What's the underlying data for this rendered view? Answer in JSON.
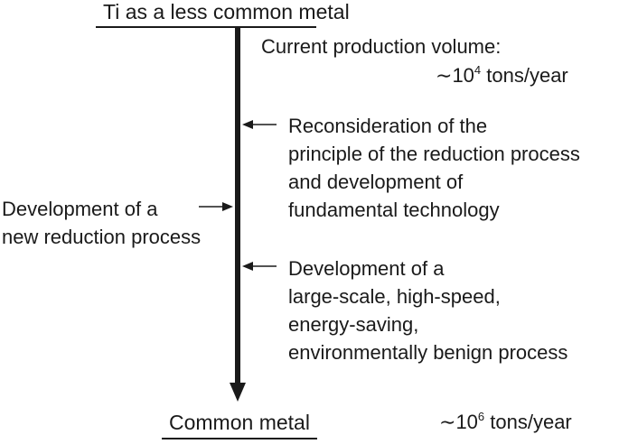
{
  "top": {
    "title": "Ti as a less common metal"
  },
  "current": {
    "label": "Current production volume:",
    "tilde": "∼",
    "base": "10",
    "exponent": "4",
    "unit": " tons/year"
  },
  "step1": {
    "lines": [
      "Reconsideration of the",
      "principle of the reduction process",
      "and development of",
      "fundamental technology"
    ]
  },
  "left": {
    "lines": [
      "Development of a",
      "new reduction process"
    ]
  },
  "step2": {
    "lines": [
      "Development of a",
      "large-scale, high-speed,",
      "energy-saving,",
      "environmentally benign process"
    ]
  },
  "bottom": {
    "title": "Common metal",
    "tilde": "∼",
    "base": "10",
    "exponent": "6",
    "unit": " tons/year"
  }
}
